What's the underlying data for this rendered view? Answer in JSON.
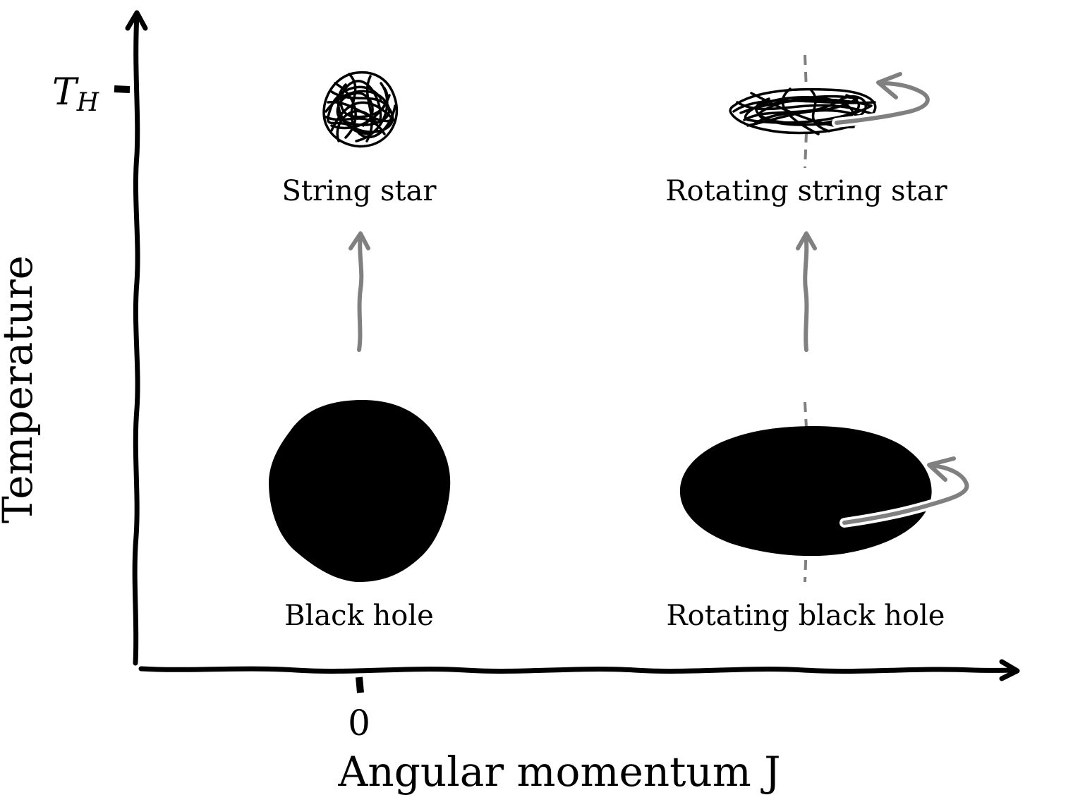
{
  "axes": {
    "x_label": "Angular momentum J",
    "y_label": "Temperature",
    "x_tick": "0",
    "y_tick_main": "T",
    "y_tick_sub": "H"
  },
  "nodes": {
    "black_hole": "Black hole",
    "rotating_black_hole": "Rotating black hole",
    "string_star": "String star",
    "rotating_string_star": "Rotating string star"
  },
  "colors": {
    "ink": "#000000",
    "arrow_gray": "#808080"
  }
}
